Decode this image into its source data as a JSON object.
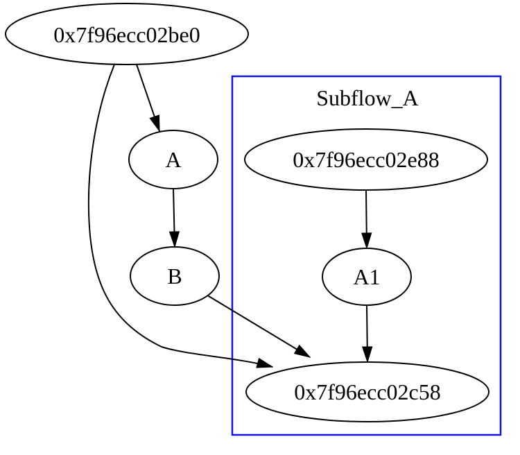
{
  "diagram": {
    "type": "directed-graph",
    "background_color": "#ffffff",
    "node_fill": "#ffffff",
    "node_stroke": "#000000",
    "edge_color": "#000000",
    "text_color": "#000000",
    "cluster": {
      "label": "Subflow_A",
      "border_color": "#1212e6"
    },
    "nodes": {
      "be0": {
        "label": "0x7f96ecc02be0"
      },
      "a": {
        "label": "A"
      },
      "b": {
        "label": "B"
      },
      "e88": {
        "label": "0x7f96ecc02e88"
      },
      "a1": {
        "label": "A1"
      },
      "c58": {
        "label": "0x7f96ecc02c58"
      }
    },
    "edges": [
      {
        "from": "0x7f96ecc02be0",
        "to": "A"
      },
      {
        "from": "0x7f96ecc02be0",
        "to": "0x7f96ecc02c58"
      },
      {
        "from": "A",
        "to": "B"
      },
      {
        "from": "B",
        "to": "0x7f96ecc02c58"
      },
      {
        "from": "0x7f96ecc02e88",
        "to": "A1"
      },
      {
        "from": "A1",
        "to": "0x7f96ecc02c58"
      }
    ]
  }
}
